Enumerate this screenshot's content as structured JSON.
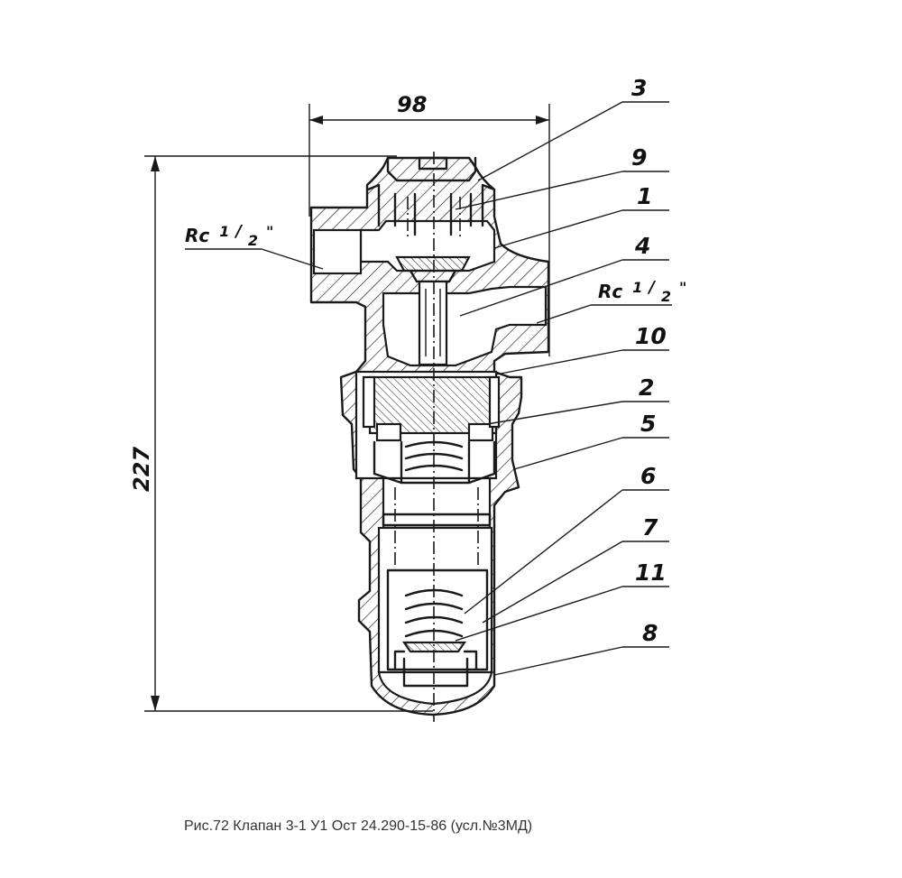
{
  "figure": {
    "caption": "Рис.72 Клапан 3-1 У1 Ост 24.290-15-86 (усл.№3МД)",
    "dimensions": {
      "width": "98",
      "height": "227"
    },
    "thread_labels": [
      "Rc",
      "1",
      "2",
      "\""
    ],
    "callouts": [
      "3",
      "9",
      "1",
      "4",
      "10",
      "2",
      "5",
      "6",
      "7",
      "11",
      "8"
    ]
  }
}
